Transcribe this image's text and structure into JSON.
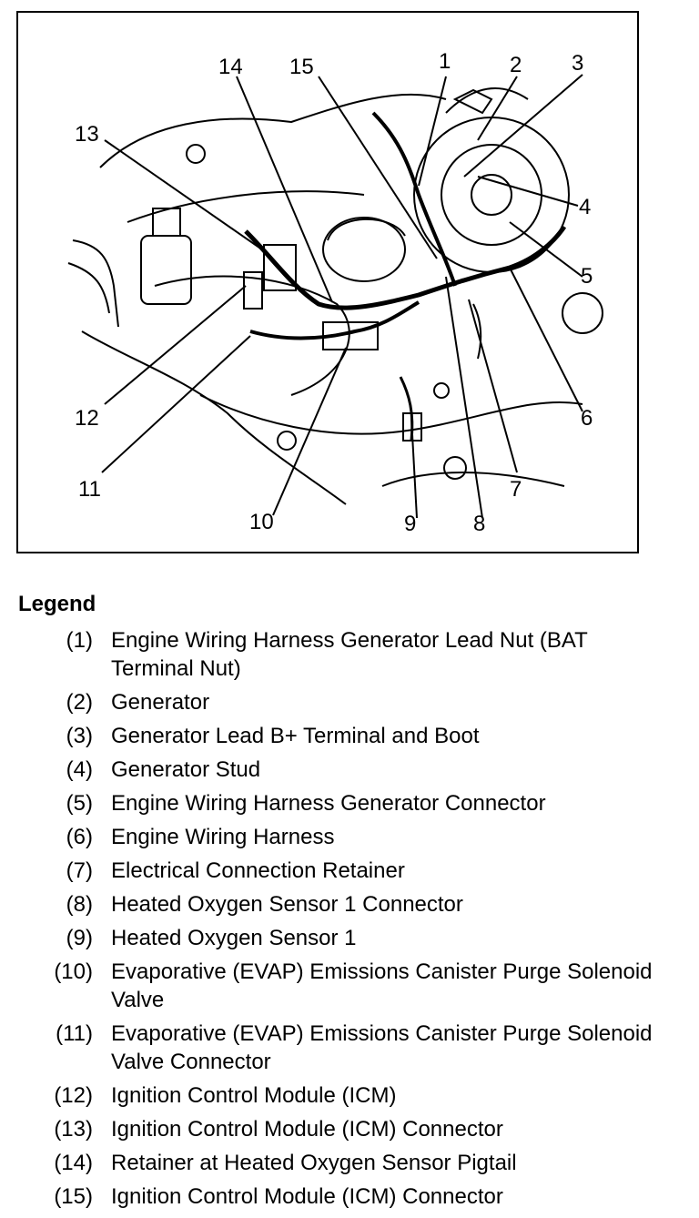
{
  "figure": {
    "callouts": [
      "1",
      "2",
      "3",
      "4",
      "5",
      "6",
      "7",
      "8",
      "9",
      "10",
      "11",
      "12",
      "13",
      "14",
      "15"
    ]
  },
  "legend": {
    "title": "Legend",
    "items": [
      {
        "num": "(1)",
        "text": "Engine Wiring Harness Generator Lead Nut (BAT Terminal Nut)"
      },
      {
        "num": "(2)",
        "text": "Generator"
      },
      {
        "num": "(3)",
        "text": "Generator Lead B+ Terminal and Boot"
      },
      {
        "num": "(4)",
        "text": "Generator Stud"
      },
      {
        "num": "(5)",
        "text": "Engine Wiring Harness Generator Connector"
      },
      {
        "num": "(6)",
        "text": "Engine Wiring Harness"
      },
      {
        "num": "(7)",
        "text": "Electrical Connection Retainer"
      },
      {
        "num": "(8)",
        "text": "Heated Oxygen Sensor 1 Connector"
      },
      {
        "num": "(9)",
        "text": "Heated Oxygen Sensor 1"
      },
      {
        "num": "(10)",
        "text": "Evaporative (EVAP) Emissions Canister Purge Solenoid Valve"
      },
      {
        "num": "(11)",
        "text": "Evaporative (EVAP) Emissions Canister Purge Solenoid Valve Connector"
      },
      {
        "num": "(12)",
        "text": "Ignition Control Module (ICM)"
      },
      {
        "num": "(13)",
        "text": "Ignition Control Module (ICM) Connector"
      },
      {
        "num": "(14)",
        "text": "Retainer at Heated Oxygen Sensor Pigtail"
      },
      {
        "num": "(15)",
        "text": "Ignition Control Module (ICM) Connector"
      }
    ]
  }
}
